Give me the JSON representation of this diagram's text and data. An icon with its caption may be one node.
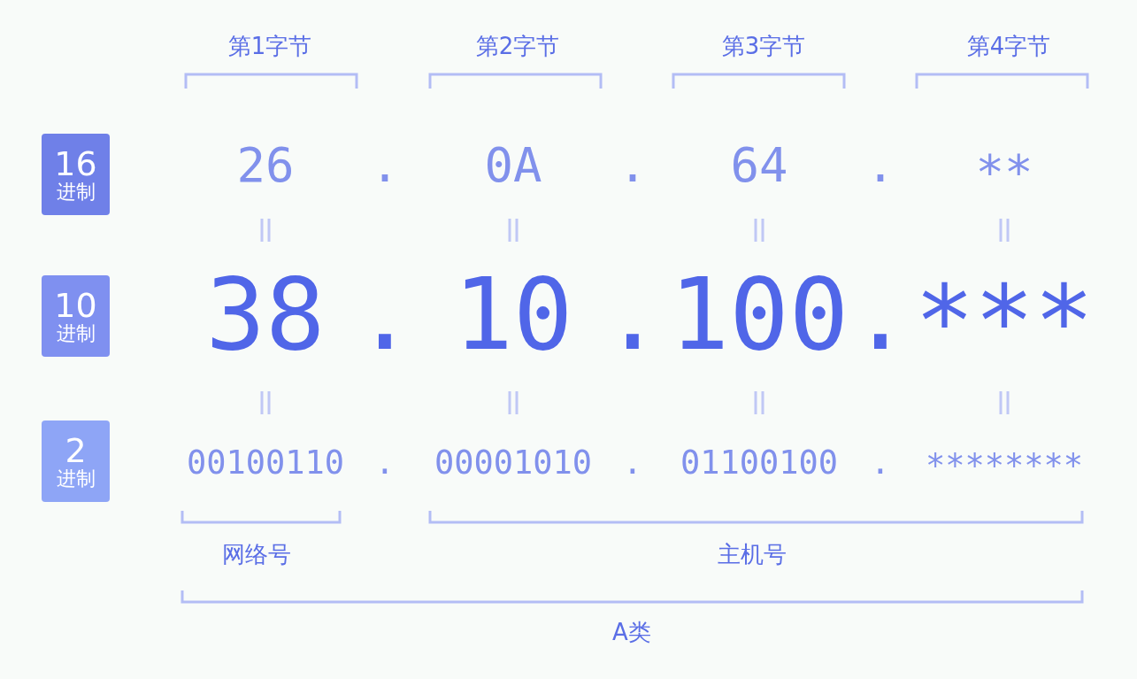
{
  "diagram": {
    "nodes": [
      {
        "text": [
          "16",
          "进制"
        ]
      },
      {
        "text": [
          "10",
          "进制"
        ]
      },
      {
        "text": [
          "2",
          "进制"
        ]
      }
    ],
    "labels": [
      "第1字节",
      "第2字节",
      "第3字节",
      "第4字节",
      "26",
      ".",
      "0A",
      ".",
      "64",
      ".",
      "**",
      "38",
      ".",
      "10",
      ".",
      "100",
      ".",
      "***",
      "00100110",
      ".",
      "00001010",
      ".",
      "01100100",
      ".",
      "********",
      "网络号",
      "主机号",
      "A类"
    ]
  }
}
